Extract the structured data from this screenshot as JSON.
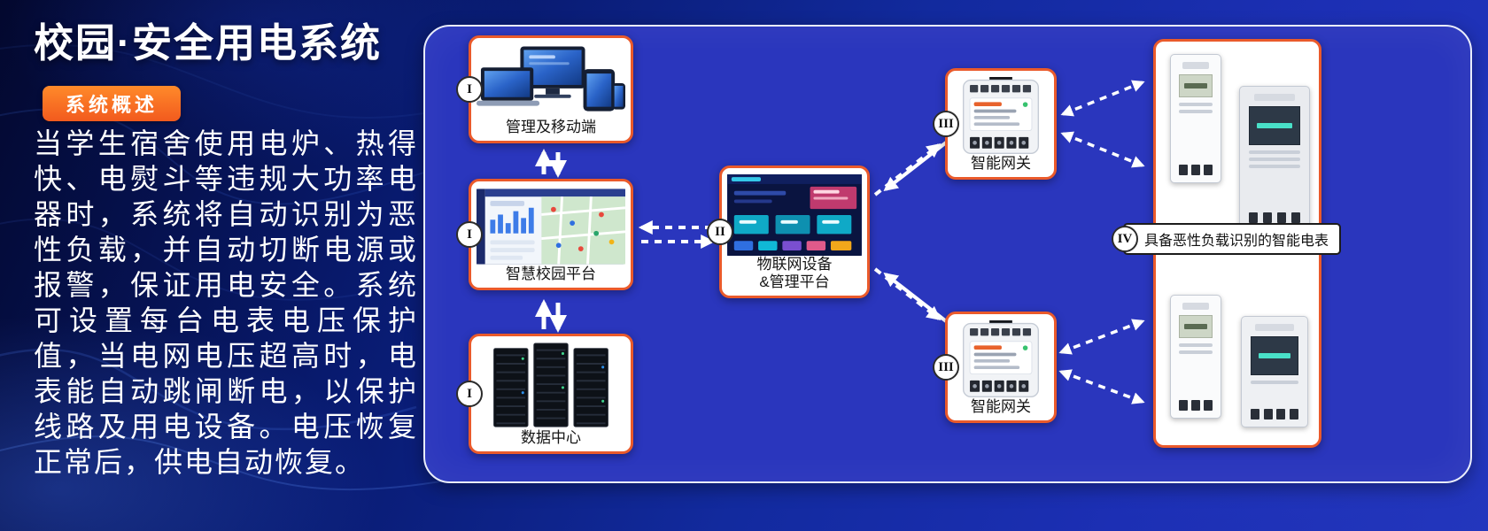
{
  "header": {
    "title": "校园·安全用电系统",
    "overview_badge": "系统概述",
    "overview_text": "当学生宿舍使用电炉、热得快、电熨斗等违规大功率电器时，系统将自动识别为恶性负载，并自动切断电源或报警，保证用电安全。系统可设置每台电表电压保护值，当电网电压超高时，电表能自动跳闸断电，以保护线路及用电设备。电压恢复正常后，供电自动恢复。"
  },
  "diagram": {
    "nodes": {
      "mgmt": {
        "numeral": "I",
        "label": "管理及移动端"
      },
      "campus": {
        "numeral": "I",
        "label": "智慧校园平台"
      },
      "datacenter": {
        "numeral": "I",
        "label": "数据中心"
      },
      "iot": {
        "numeral": "II",
        "label_line1": "物联网设备",
        "label_line2": "&管理平台"
      },
      "gateway_top": {
        "numeral": "III",
        "label": "智能网关"
      },
      "gateway_bottom": {
        "numeral": "III",
        "label": "智能网关"
      },
      "meters": {
        "numeral": "IV",
        "label": "具备恶性负载识别的智能电表"
      }
    },
    "colors": {
      "card_border": "#ea5a2b",
      "overview_badge_bg": "#f4671f",
      "panel_bg": "#2a36bd",
      "background_dark": "#071044",
      "arrow": "#ffffff",
      "label_text": "#111111"
    }
  }
}
